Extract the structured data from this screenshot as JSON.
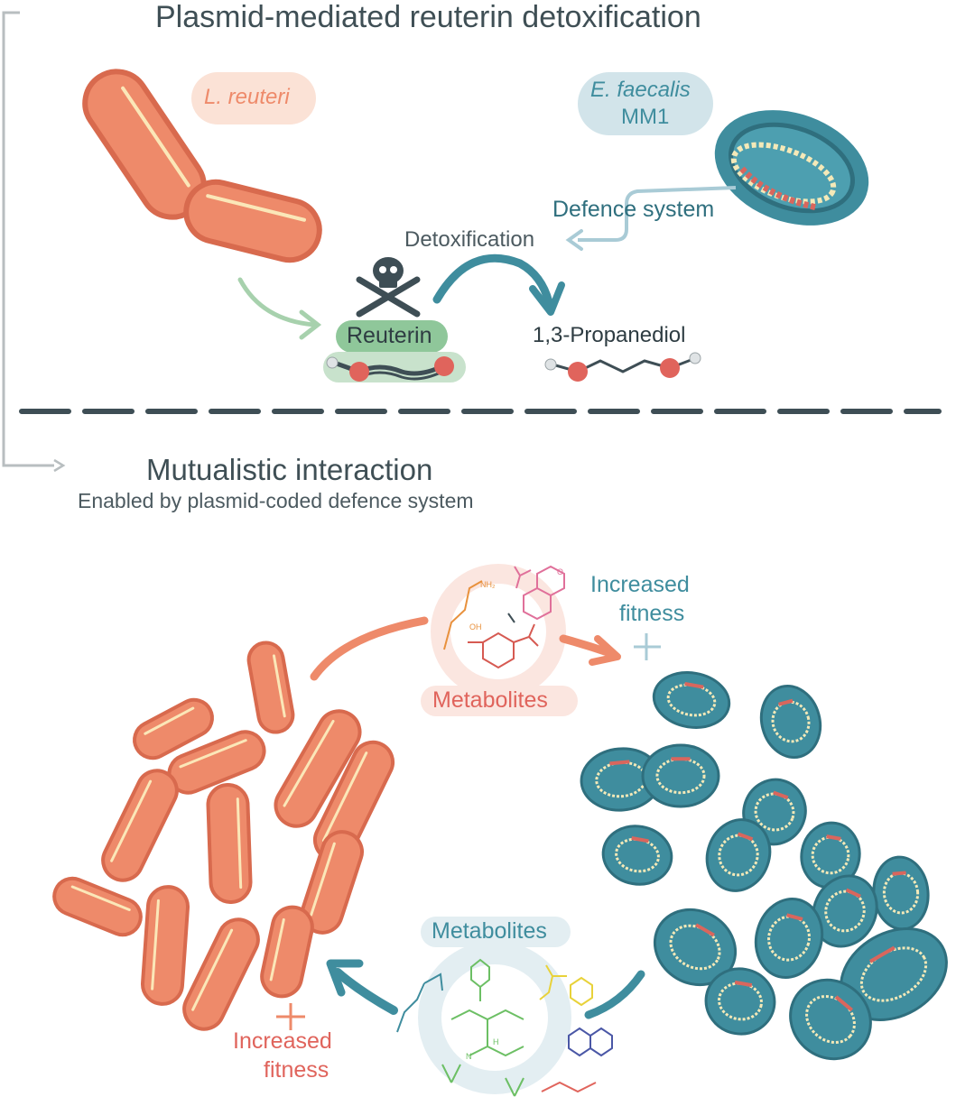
{
  "top_title": "Plasmid-mediated reuterin detoxification",
  "bottom_title": "Mutualistic interaction",
  "bottom_subtitle": "Enabled by plasmid-coded defence system",
  "organisms": {
    "l_reuteri": "L. reuteri",
    "e_faecalis_name": "E. faecalis",
    "e_faecalis_strain": "MM1"
  },
  "top_labels": {
    "defence_system": "Defence system",
    "detoxification": "Detoxification",
    "reuterin": "Reuterin",
    "propanediol": "1,3-Propanediol"
  },
  "bottom_labels": {
    "metabolites_top": "Metabolites",
    "metabolites_bottom": "Metabolites",
    "fitness_top_1": "Increased",
    "fitness_top_2": "fitness",
    "fitness_bottom_1": "Increased",
    "fitness_bottom_2": "fitness"
  },
  "molecule_labels": {
    "nh2": "NH₂",
    "oh": "OH",
    "o": "O",
    "n": "N",
    "h": "H"
  },
  "colors": {
    "lactobacillus": "#ee8a6a",
    "lactobacillus_dark": "#d86a4e",
    "enterococcus": "#3f8d9e",
    "enterococcus_dark": "#2f6f7e",
    "plasmid": "#f4e9b8",
    "plasmid_red": "#d9665d",
    "reuterin_green": "#8fc79a",
    "arrow_green": "#a7d1ad",
    "arrow_teal": "#3f8d9e",
    "arrow_light_blue": "#a9cbd6",
    "divider": "#3e4e55",
    "metabolite_pink": "#fbe6e0",
    "metabolite_blue": "#e3eef2",
    "title_text": "#3f4f55"
  }
}
